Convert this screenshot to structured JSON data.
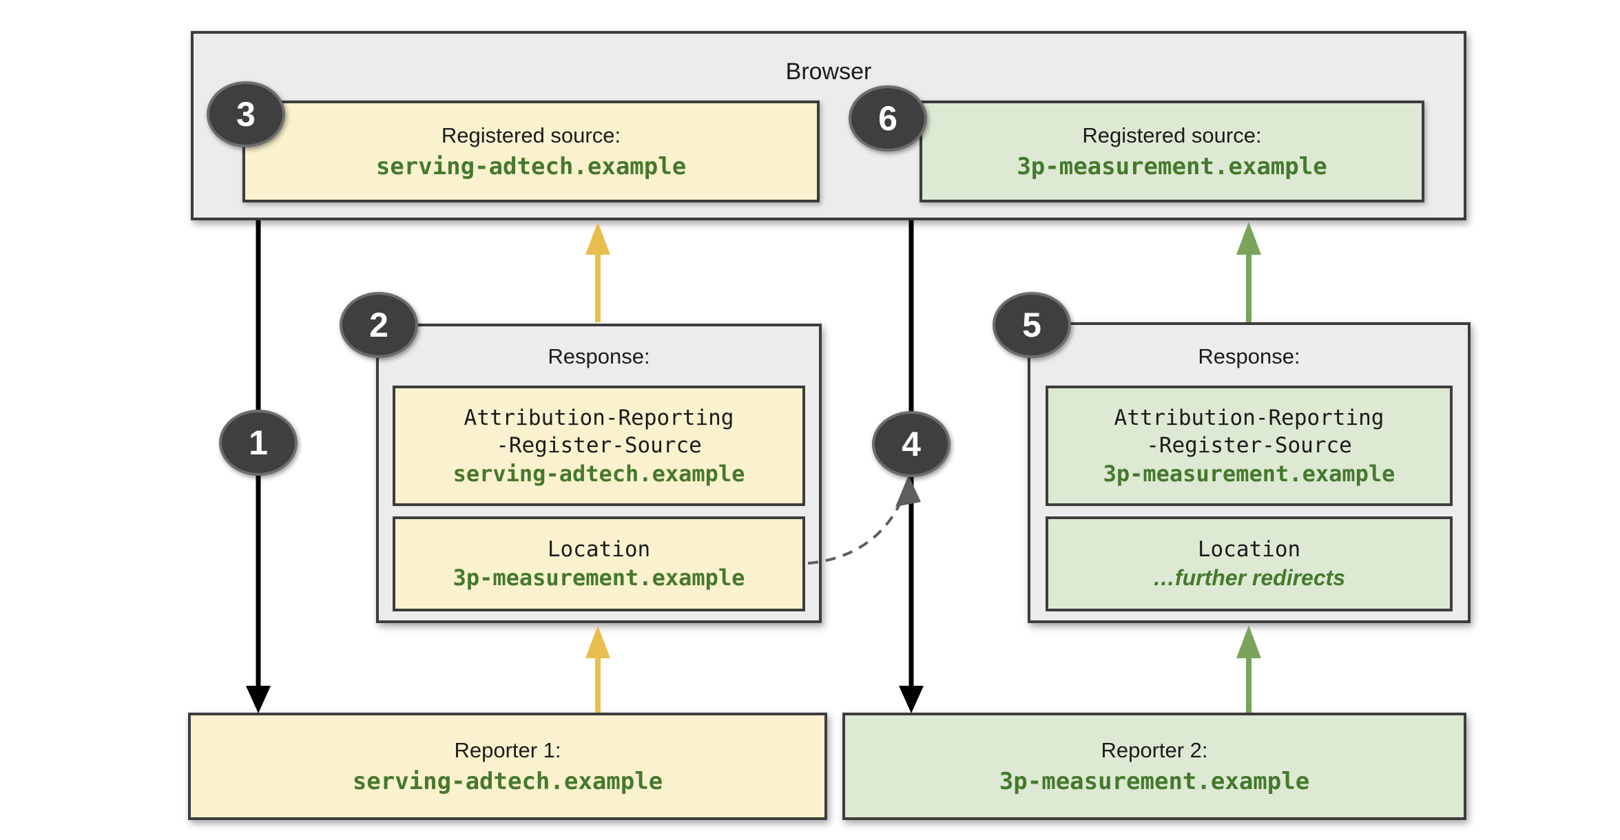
{
  "colors": {
    "panel_gray": "#ececec",
    "yellow_fill": "#faf1ce",
    "green_fill": "#dde9d3",
    "border_dark": "#3d3d3d",
    "green_text": "#45792d",
    "arrow_yellow": "#e8be4f",
    "arrow_green": "#7aa45a",
    "arrow_black": "#000000",
    "dashed_gray": "#5e5e5e",
    "badge_bg": "#3f3f3f",
    "badge_border": "#6d6d6d",
    "badge_text": "#ffffff"
  },
  "steps": {
    "s1": "1",
    "s2": "2",
    "s3": "3",
    "s4": "4",
    "s5": "5",
    "s6": "6"
  },
  "browser": {
    "title": "Browser",
    "sources": [
      {
        "label": "Registered source:",
        "domain": "serving-adtech.example"
      },
      {
        "label": "Registered source:",
        "domain": "3p-measurement.example"
      }
    ]
  },
  "responses": [
    {
      "title": "Response:",
      "register_source_header": {
        "line1": "Attribution-Reporting",
        "line2": "-Register-Source",
        "value": "serving-adtech.example"
      },
      "location_header": {
        "name": "Location",
        "value": "3p-measurement.example"
      }
    },
    {
      "title": "Response:",
      "register_source_header": {
        "line1": "Attribution-Reporting",
        "line2": "-Register-Source",
        "value": "3p-measurement.example"
      },
      "location_header": {
        "name": "Location",
        "value": "…further redirects"
      }
    }
  ],
  "reporters": [
    {
      "label": "Reporter 1:",
      "domain": "serving-adtech.example"
    },
    {
      "label": "Reporter 2:",
      "domain": "3p-measurement.example"
    }
  ]
}
